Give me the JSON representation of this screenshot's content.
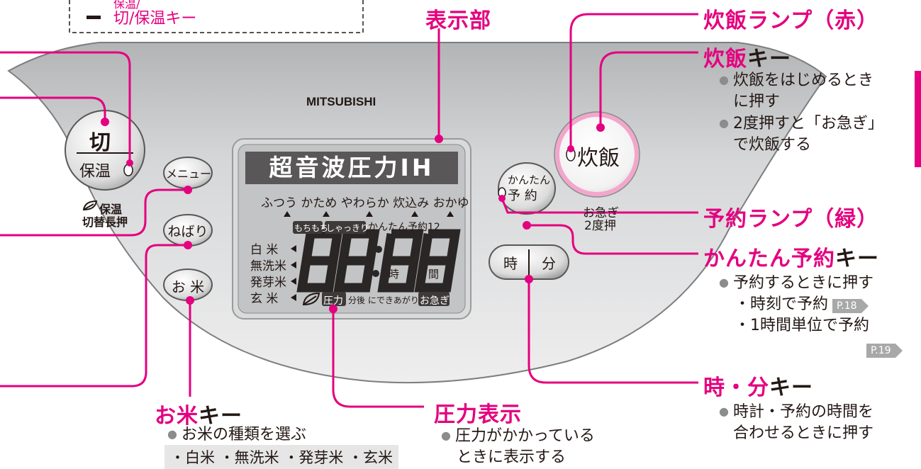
{
  "top_box": {
    "partial": "保温/",
    "key": "切/保温キー"
  },
  "labels": {
    "display_part": "表示部",
    "cook_lamp": "炊飯ランプ（赤）",
    "cook_key": "炊飯キー",
    "cook_desc": [
      "炊飯をはじめるとき",
      "に押す",
      "2度押すと「お急ぎ」",
      "で炊飯する"
    ],
    "reserve_lamp": "予約ランプ（緑）",
    "easy_reserve_key": "かんたん予約キー",
    "easy_reserve_desc": [
      "予約するときに押す",
      "・時刻で予約",
      "・1時間単位で予約"
    ],
    "page_refs": [
      "P.18",
      "P.19"
    ],
    "time_key": "時・分キー",
    "time_desc": [
      "時計・予約の時間を",
      "合わせるときに押す"
    ],
    "rice_key": "お米キー",
    "rice_desc": "お米の種類を選ぶ",
    "rice_types": "・白米 ・無洗米 ・発芽米 ・玄米",
    "pressure_display": "圧力表示",
    "pressure_desc": [
      "圧力がかかっている",
      "ときに表示する"
    ]
  },
  "panel": {
    "brand": "MITSUBISHI",
    "btn_off_top": "切",
    "btn_off_bottom": "保温",
    "off_note": [
      "保温",
      "切替長押"
    ],
    "btn_menu": "メニュー",
    "btn_nebari": "ねばり",
    "btn_rice": "お 米",
    "btn_cook": "炊飯",
    "cook_note": [
      "お急ぎ",
      "2度押"
    ],
    "btn_easy": [
      "かんたん",
      "予 約"
    ],
    "btn_hour": "時",
    "btn_min": "分"
  },
  "lcd": {
    "banner": "超音波圧力IH",
    "modes": "ふつう かため やわらか 炊込み おかゆ",
    "sub_left1": "もちもち",
    "sub_left2": "しゃっきり",
    "sub_right": "かんたん予約12",
    "rice_list": [
      "白 米",
      "無洗米",
      "発芽米",
      "玄 米"
    ],
    "digits": "88:88",
    "hour_unit": "時",
    "min_unit": "間",
    "bottom_pressure": "圧力",
    "bottom_mid": "分後 にできあがり",
    "bottom_hurry": "お急ぎ"
  },
  "colors": {
    "accent": "#e4007f",
    "panel": "#c9cacb",
    "gray": "#8c8c8c"
  }
}
